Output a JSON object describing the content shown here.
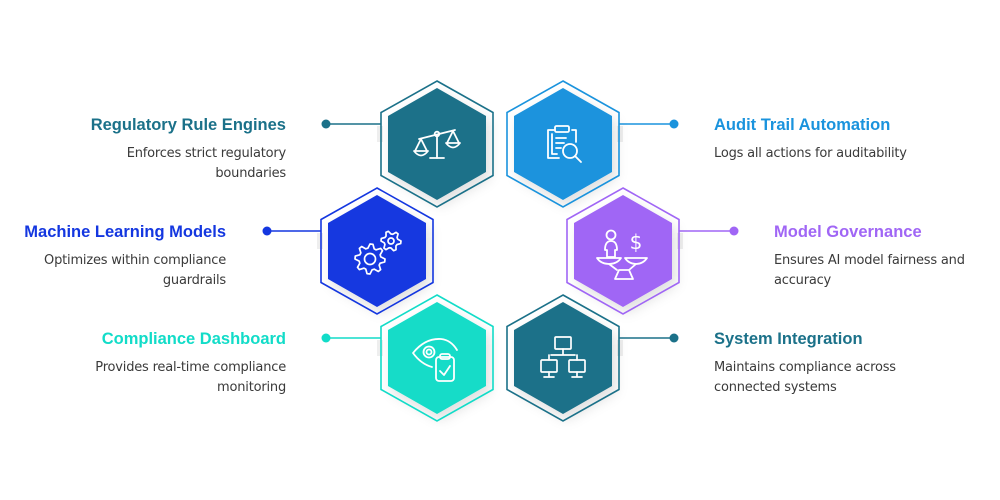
{
  "diagram": {
    "type": "hexagon-feature-map",
    "items": [
      {
        "id": "regulatory-rule-engines",
        "title": "Regulatory Rule Engines",
        "description": "Enforces strict regulatory boundaries",
        "description_lines": [
          "Enforces strict regulatory",
          "boundaries"
        ],
        "icon": "scales-icon",
        "color": "#1B7189",
        "side": "left",
        "position": "top-left"
      },
      {
        "id": "audit-trail-automation",
        "title": "Audit Trail Automation",
        "description": "Logs all actions for auditability",
        "description_lines": [
          "Logs all actions for auditability"
        ],
        "icon": "clipboard-search-icon",
        "color": "#1A93DD",
        "side": "right",
        "position": "top-right"
      },
      {
        "id": "machine-learning-models",
        "title": "Machine Learning Models",
        "description": "Optimizes within compliance guardrails",
        "description_lines": [
          "Optimizes within compliance",
          "guardrails"
        ],
        "icon": "gears-icon",
        "color": "#1437E0",
        "side": "left",
        "position": "middle-left"
      },
      {
        "id": "model-governance",
        "title": "Model Governance",
        "description": "Ensures AI model fairness and accuracy",
        "description_lines": [
          "Ensures AI model fairness and",
          "accuracy"
        ],
        "icon": "person-money-balance-icon",
        "color": "#A066F5",
        "side": "right",
        "position": "middle-right"
      },
      {
        "id": "compliance-dashboard",
        "title": "Compliance Dashboard",
        "description": "Provides real-time compliance monitoring",
        "description_lines": [
          "Provides real-time compliance",
          "monitoring"
        ],
        "icon": "eye-clipboard-check-icon",
        "color": "#12DCC8",
        "side": "left",
        "position": "bottom-left"
      },
      {
        "id": "system-integration",
        "title": "System Integration",
        "description": "Maintains compliance across connected systems",
        "description_lines": [
          "Maintains compliance across",
          "connected systems"
        ],
        "icon": "network-computers-icon",
        "color": "#1B7189",
        "side": "right",
        "position": "bottom-right"
      }
    ]
  },
  "colors": {
    "description_text": "#3a3a3a",
    "icon_stroke": "#ffffff",
    "background": "#ffffff"
  }
}
